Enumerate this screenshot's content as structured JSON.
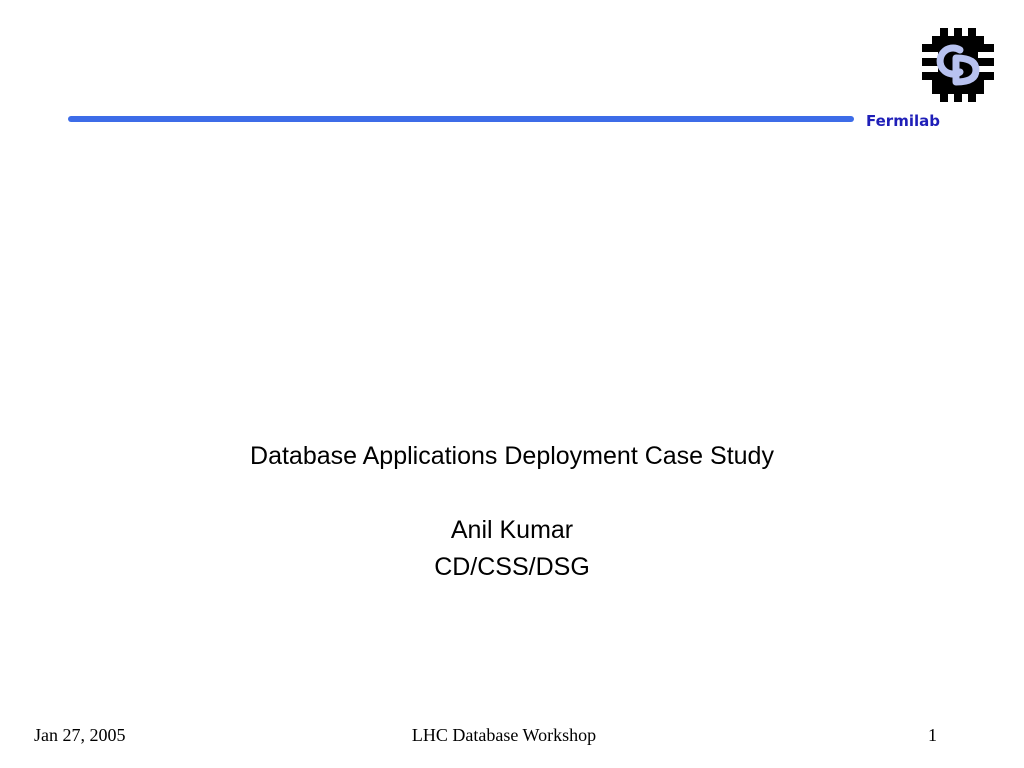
{
  "header": {
    "organization": "Fermilab",
    "logo_icon": "fermilab-cd-logo-icon"
  },
  "slide": {
    "title": "Database Applications Deployment Case Study",
    "author": "Anil Kumar",
    "department": "CD/CSS/DSG"
  },
  "footer": {
    "date": "Jan 27, 2005",
    "event": "LHC Database Workshop",
    "page_number": "1"
  },
  "colors": {
    "rule": "#3d6ce8",
    "organization_text": "#1f1fb8",
    "logo_dark": "#000000",
    "logo_letters": "#b8c2f0"
  }
}
